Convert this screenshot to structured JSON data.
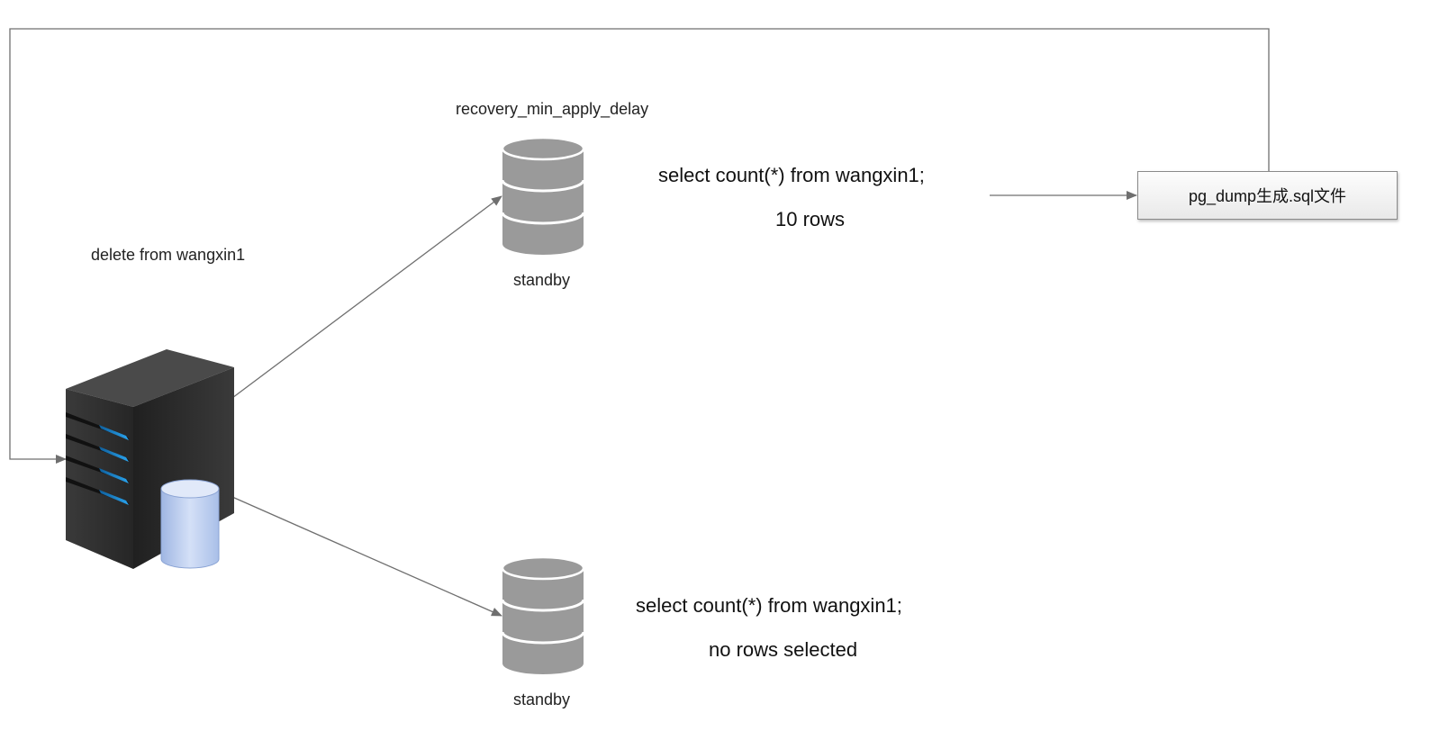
{
  "labels": {
    "delay_param": "recovery_min_apply_delay",
    "delete_stmt": "delete from wangxin1",
    "standby_top": "standby",
    "standby_bottom": "standby",
    "query_top": "select count(*) from wangxin1;",
    "result_top": "10 rows",
    "query_bottom": "select count(*) from wangxin1;",
    "result_bottom": "no rows selected",
    "dump_box": "pg_dump生成.sql文件"
  },
  "icons": {
    "primary": "server-tower-with-database-icon",
    "standby_top": "database-cylinder-icon",
    "standby_bottom": "database-cylinder-icon"
  },
  "colors": {
    "line": "#6f6f6f",
    "standby_db": "#9a9a9a",
    "server_body": "#2b2b2b",
    "server_led": "#1e8fd8",
    "server_db": "#b9cdef"
  }
}
